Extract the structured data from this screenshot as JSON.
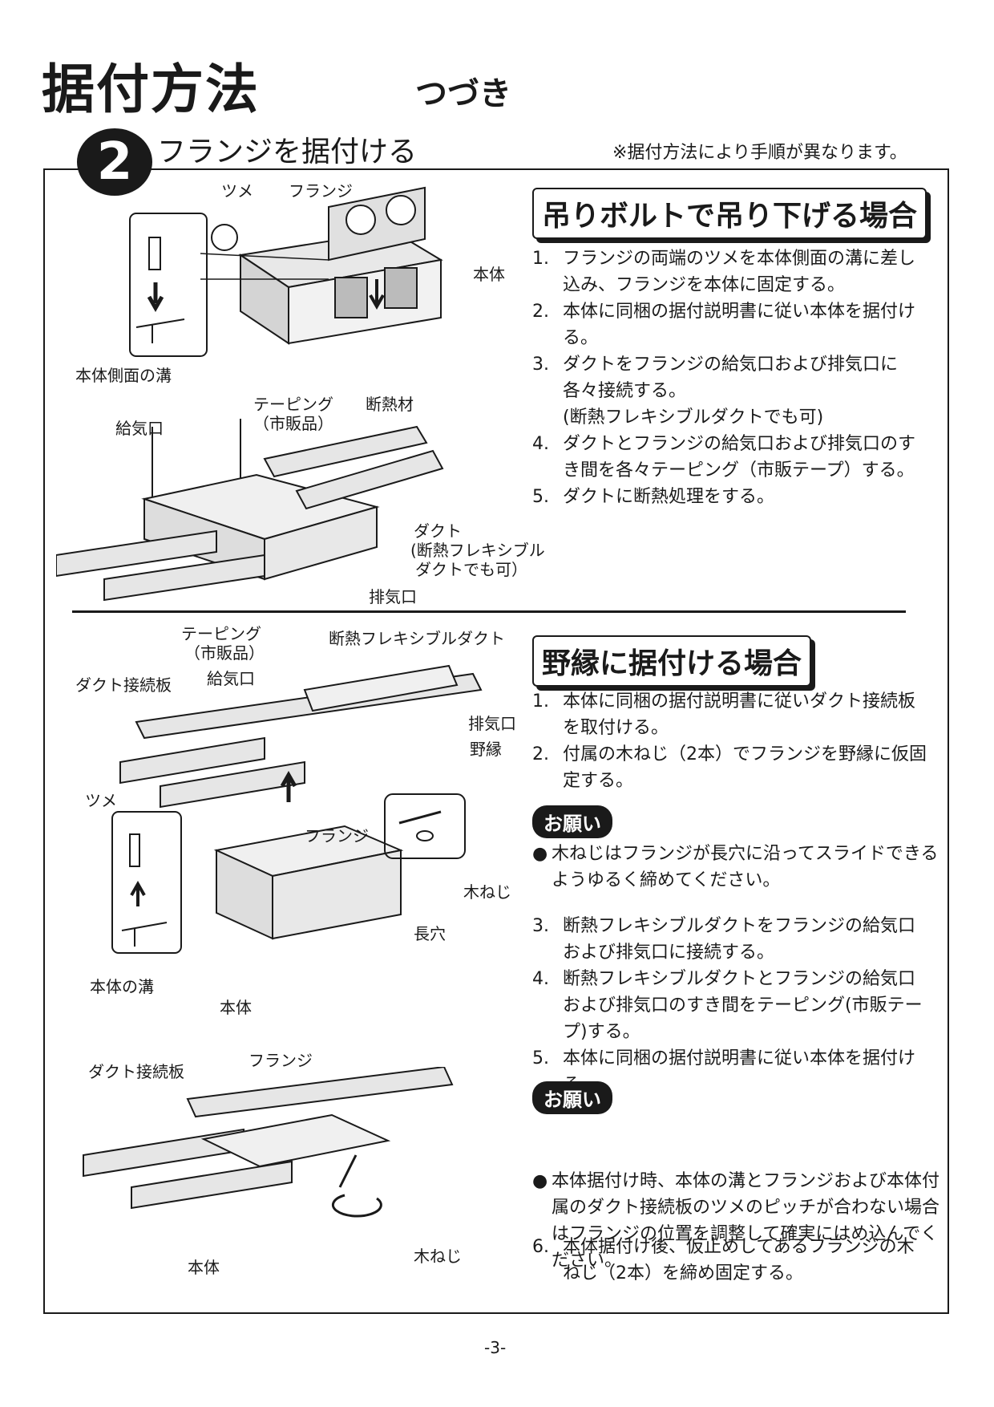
{
  "header": {
    "title": "据付方法",
    "subtitle": "つづき"
  },
  "step": {
    "number": "2",
    "title": "フランジを据付ける",
    "note": "※据付方法により手順が異なります。"
  },
  "section1": {
    "heading": "吊りボルトで吊り下げる場合",
    "items": [
      {
        "num": "1.",
        "text": "フランジの両端のツメを本体側面の溝に差し込み、フランジを本体に固定する。"
      },
      {
        "num": "2.",
        "text": "本体に同梱の据付説明書に従い本体を据付ける。"
      },
      {
        "num": "3.",
        "text": "ダクトをフランジの給気口および排気口に各々接続する。"
      },
      {
        "num": "",
        "text": "(断熱フレキシブルダクトでも可)"
      },
      {
        "num": "4.",
        "text": "ダクトとフランジの給気口および排気口のすき間を各々テーピング（市販テープ）する。"
      },
      {
        "num": "5.",
        "text": "ダクトに断熱処理をする。"
      }
    ],
    "labels": {
      "tsume": "ツメ",
      "flange": "フランジ",
      "hontai": "本体",
      "mizo": "本体側面の溝",
      "taping": "テーピング",
      "taping_sub": "（市販品）",
      "dannetsu": "断熱材",
      "kyuki": "給気口",
      "duct": "ダクト",
      "duct_sub1": "(断熱フレキシブル",
      "duct_sub2": "ダクトでも可）",
      "haiki": "排気口"
    }
  },
  "section2": {
    "heading": "野縁に据付ける場合",
    "items_a": [
      {
        "num": "1.",
        "text": "本体に同梱の据付説明書に従いダクト接続板を取付ける。"
      },
      {
        "num": "2.",
        "text": "付属の木ねじ（2本）でフランジを野縁に仮固定する。"
      }
    ],
    "notice1": {
      "badge": "お願い",
      "text": "木ねじはフランジが長穴に沿ってスライドできるようゆるく締めてください。"
    },
    "items_b": [
      {
        "num": "3.",
        "text": "断熱フレキシブルダクトをフランジの給気口および排気口に接続する。"
      },
      {
        "num": "4.",
        "text": "断熱フレキシブルダクトとフランジの給気口および排気口のすき間をテーピング(市販テープ)する。"
      },
      {
        "num": "5.",
        "text": "本体に同梱の据付説明書に従い本体を据付ける。"
      }
    ],
    "notice2": {
      "badge": "お願い",
      "text": "本体据付け時、本体の溝とフランジおよび本体付属のダクト接続板のツメのピッチが合わない場合はフランジの位置を調整して確実にはめ込んでください。"
    },
    "items_c": [
      {
        "num": "6.",
        "text": "本体据付け後、仮止めしてあるフランジの木ねじ（2本）を締め固定する。"
      }
    ],
    "labels": {
      "taping": "テーピング",
      "taping_sub": "（市販品）",
      "flex": "断熱フレキシブルダクト",
      "duct_plate": "ダクト接続板",
      "kyuki": "給気口",
      "haiki": "排気口",
      "noen": "野縁",
      "tsume": "ツメ",
      "flange": "フランジ",
      "mokuneji": "木ねじ",
      "nagaana": "長穴",
      "hontai_mizo": "本体の溝",
      "hontai": "本体",
      "duct_plate2": "ダクト接続板",
      "flange2": "フランジ",
      "hontai2": "本体",
      "mokuneji2": "木ねじ"
    }
  },
  "bullet": "●",
  "footer": {
    "page": "-3-"
  }
}
